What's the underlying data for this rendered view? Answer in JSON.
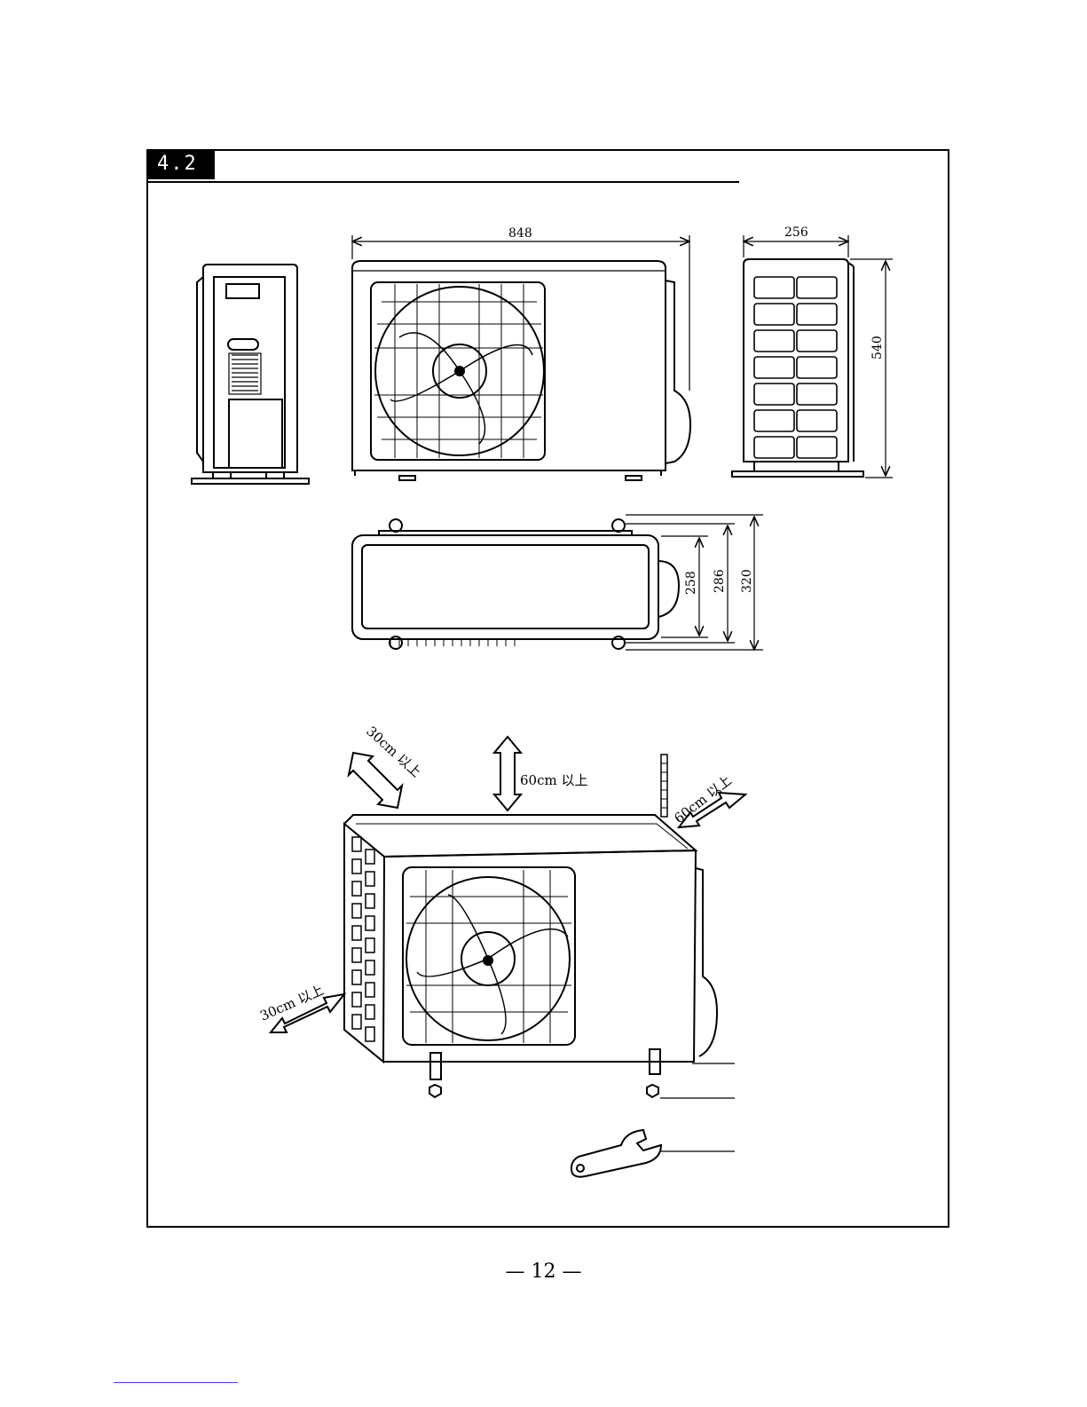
{
  "section": {
    "number": "4.2"
  },
  "dimensions": {
    "width": "848",
    "depth": "256",
    "height": "540",
    "mount_258": "258",
    "mount_286": "286",
    "mount_320": "320"
  },
  "clearances": {
    "top": "60cm 以上",
    "rear_left": "30cm 以上",
    "right_side": "60cm 以上",
    "left_side": "30cm 以上"
  },
  "page": {
    "number": "— 12 —"
  }
}
